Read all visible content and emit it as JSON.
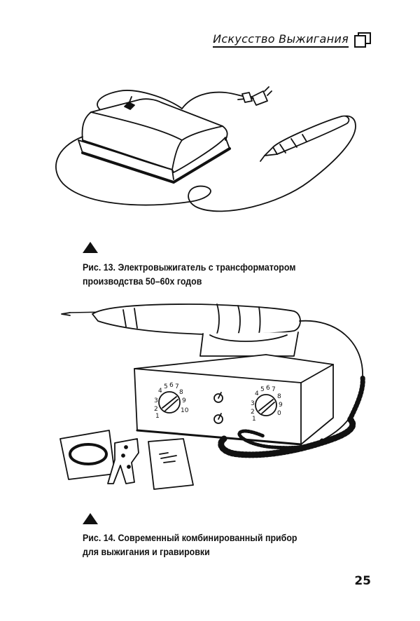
{
  "running_head": {
    "title": "Искусство Выжигания",
    "icon": "book-icon"
  },
  "figures": [
    {
      "caption_line1": "Рис. 13. Электровыжигатель с трансформатором",
      "caption_line2": "производства 50–60х годов"
    },
    {
      "caption_line1": "Рис. 14. Современный комбинированный прибор",
      "caption_line2": "для выжигания и гравировки"
    }
  ],
  "panel": {
    "dial_left": [
      "1",
      "2",
      "3",
      "4",
      "5",
      "6",
      "7",
      "8",
      "9",
      "10"
    ],
    "dial_right": [
      "1",
      "2",
      "3",
      "4",
      "5",
      "6",
      "7",
      "8",
      "9",
      "0"
    ]
  },
  "page_number": "25"
}
